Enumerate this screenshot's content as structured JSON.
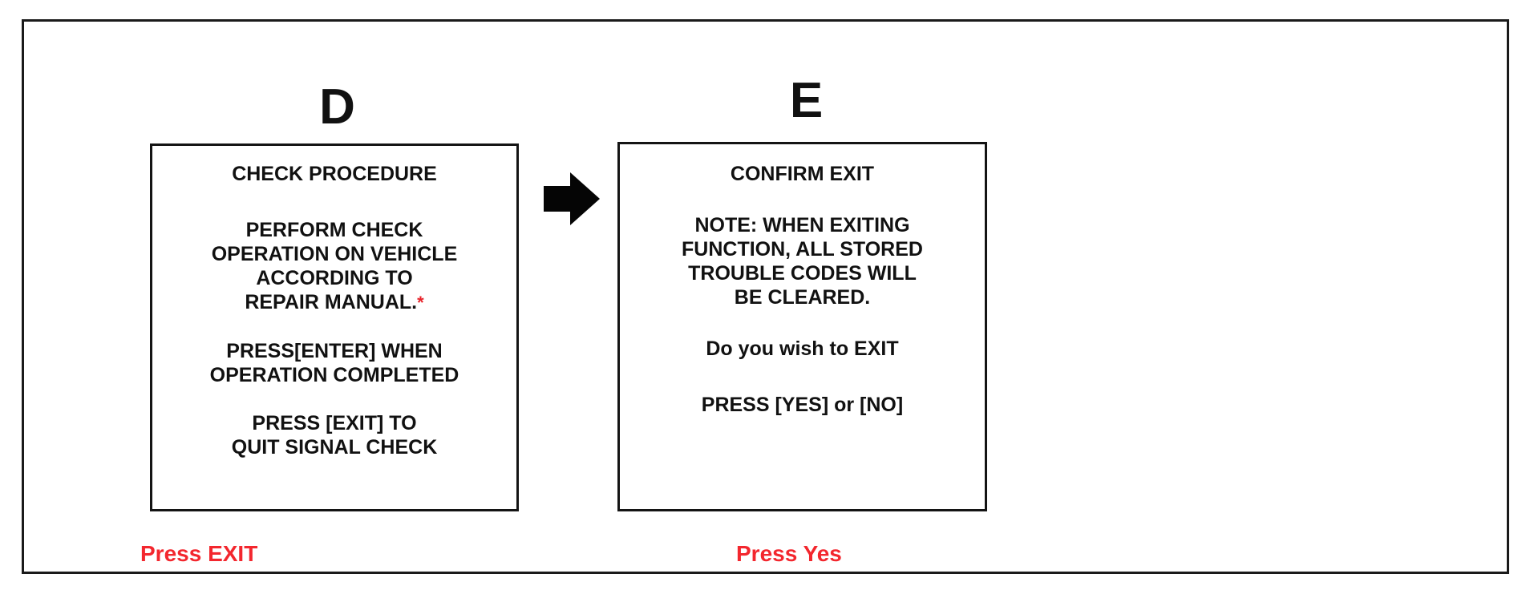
{
  "diagram": {
    "frame": {
      "border_color": "#1a1a1a",
      "background": "#ffffff"
    },
    "accent_color": "#f3272e",
    "steps": [
      {
        "letter": "D",
        "screen_title": "CHECK PROCEDURE",
        "body_lines": [
          "PERFORM CHECK",
          "OPERATION ON VEHICLE",
          "ACCORDING TO",
          "REPAIR MANUAL."
        ],
        "body_asterisk": "*",
        "instruction_lines": [
          "PRESS[ENTER] WHEN",
          "OPERATION COMPLETED"
        ],
        "footer_lines": [
          "PRESS [EXIT] TO",
          "QUIT SIGNAL CHECK"
        ],
        "caption": "Press EXIT"
      },
      {
        "letter": "E",
        "screen_title": "CONFIRM EXIT",
        "note_lines": [
          "NOTE: WHEN EXITING",
          "FUNCTION, ALL STORED",
          "TROUBLE CODES WILL",
          "BE CLEARED."
        ],
        "question": "Do you wish to EXIT",
        "prompt": "PRESS [YES] or [NO]",
        "caption": "Press Yes"
      }
    ],
    "arrow": {
      "direction": "right",
      "color": "#000000"
    }
  }
}
